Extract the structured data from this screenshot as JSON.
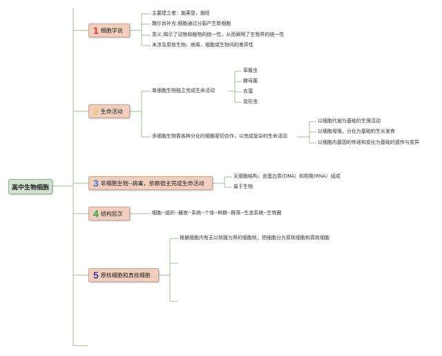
{
  "root": "高中生物细胞",
  "branches": [
    {
      "num": "1",
      "num_color": "#e0302a",
      "label": "细胞学说",
      "items": [
        "主要建立者：施莱登，施旺",
        "魏尔肖补充:细胞通过分裂产生新细胞",
        "意义:揭示了动物和植物的统一性，从而阐明了生物界的统一性",
        "未涉及原核生物、病毒，细胞或生物间的差异性"
      ]
    },
    {
      "num": "2",
      "num_color": "#f4c75a",
      "label": "生命活动",
      "sub": [
        {
          "label": "单细胞生物独立完成生命活动",
          "items": [
            "草履虫",
            "酵母菌",
            "衣藻",
            "变形虫"
          ]
        },
        {
          "label": "多细胞生物靠各种分化的细胞密切合作，以完成复杂的生命活动",
          "items": [
            "以细胞代谢为基础的生理活动",
            "以细胞增殖，分化为基础的生长发育",
            "以细胞内基因的传递和变化为基础的遗传与变异"
          ]
        }
      ]
    },
    {
      "num": "3",
      "num_color": "#3a7bd5",
      "label": "非细胞生物--病毒，依赖宿主完成生命活动",
      "items": [
        "无细胞结构，由蛋白质(DNA）和核酸(RNA）组成",
        "属于生物"
      ]
    },
    {
      "num": "4",
      "num_color": "#2f9e3a",
      "label": "结构层次",
      "items": [
        "细胞--组织--器官--系统--个体--种群--群落--生态系统--生物圈"
      ]
    },
    {
      "num": "5",
      "num_color": "#3b3b9e",
      "label": "原核细胞和真核细胞",
      "items": [
        "根据细胞内有无以核膜为界的细胞核，把细胞分为原核细胞和真核细胞"
      ]
    }
  ],
  "colors": {
    "line": "#9fbf8f",
    "root_fill": "#cfe3cf",
    "topic_fill": "#f0cfbf"
  }
}
